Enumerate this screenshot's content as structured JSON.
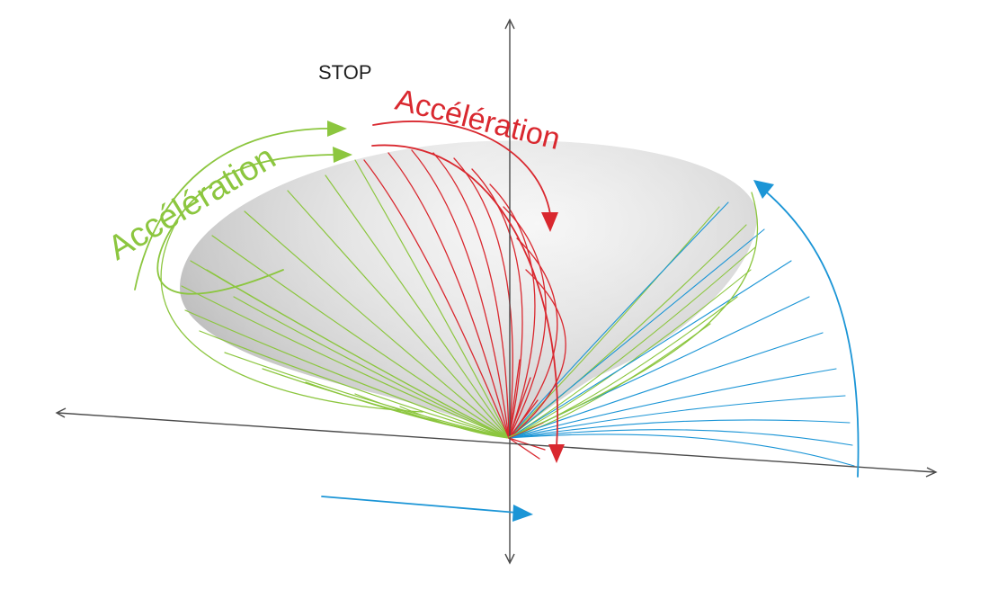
{
  "labels": {
    "stop": "STOP",
    "acceleration_green": "Accélération",
    "acceleration_red": "Accélération"
  },
  "colors": {
    "green": "#8cc63f",
    "red": "#d9282f",
    "blue": "#1b95d6",
    "axis": "#4a4a4a",
    "text": "#1f1f1f"
  }
}
